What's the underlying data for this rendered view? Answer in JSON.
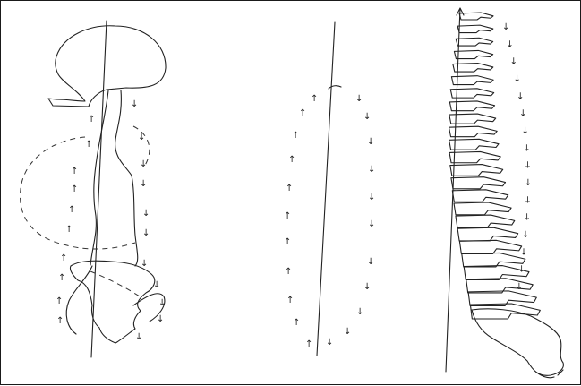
{
  "figure": {
    "panels": [
      {
        "name": "head-and-torso-outline",
        "arrow_column_left": "↑",
        "arrow_column_right": "↓"
      },
      {
        "name": "oval-circulation-loop",
        "arrow_column_left": "↑",
        "arrow_column_right": "↓"
      },
      {
        "name": "vertebral-column",
        "arrow_column_right": "↓"
      }
    ],
    "colors": {
      "ink": "#222222",
      "background": "#ffffff",
      "border": "#1a1a1a"
    }
  }
}
